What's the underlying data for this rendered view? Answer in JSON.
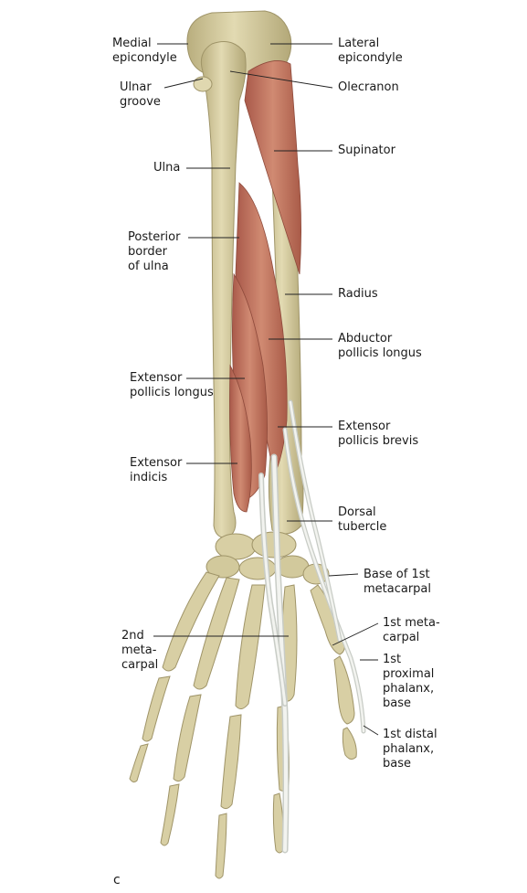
{
  "figure": {
    "panel_letter": "c",
    "labels": {
      "medial_epicondyle": "Medial\nepicondyle",
      "lateral_epicondyle": "Lateral\nepicondyle",
      "ulnar_groove": "Ulnar\ngroove",
      "olecranon": "Olecranon",
      "supinator": "Supinator",
      "ulna": "Ulna",
      "posterior_border_ulna": "Posterior\nborder\nof ulna",
      "radius": "Radius",
      "abductor_pollicis_longus": "Abductor\npollicis longus",
      "extensor_pollicis_longus": "Extensor\npollicis longus",
      "extensor_pollicis_brevis": "Extensor\npollicis brevis",
      "extensor_indicis": "Extensor\nindicis",
      "dorsal_tubercle": "Dorsal\ntubercle",
      "base_1st_metacarpal": "Base of 1st\nmetacarpal",
      "first_metacarpal": "1st meta-\ncarpal",
      "second_metacarpal": "2nd\nmeta-\ncarpal",
      "first_proximal_phalanx_base": "1st\nproximal\nphalanx,\nbase",
      "first_distal_phalanx_base": "1st distal\nphalanx,\nbase"
    },
    "colors": {
      "bone": "#d8cfa4",
      "bone_shadow": "#b5aa7a",
      "muscle": "#c97a63",
      "muscle_dark": "#a85a47",
      "tendon": "#e9ebe6",
      "cartilage": "#cfd6d4",
      "leader": "#222222"
    }
  }
}
